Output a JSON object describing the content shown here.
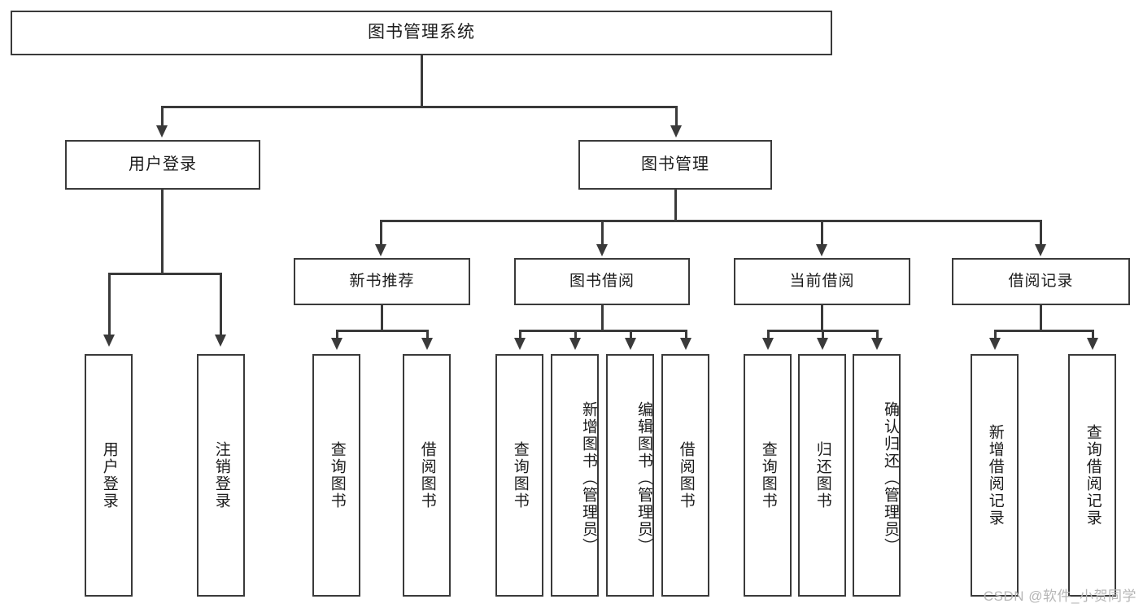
{
  "diagram": {
    "title": "图书管理系统",
    "type": "tree",
    "root": {
      "label": "图书管理系统"
    },
    "level1": [
      {
        "label": "用户登录"
      },
      {
        "label": "图书管理"
      }
    ],
    "level2": [
      {
        "label": "新书推荐"
      },
      {
        "label": "图书借阅"
      },
      {
        "label": "当前借阅"
      },
      {
        "label": "借阅记录"
      }
    ],
    "leaves": {
      "user_login": [
        {
          "label": "用户登录"
        },
        {
          "label": "注销登录"
        }
      ],
      "new_book_recommend": [
        {
          "label": "查询图书"
        },
        {
          "label": "借阅图书"
        }
      ],
      "book_borrow": [
        {
          "label": "查询图书"
        },
        {
          "label": "新增图书（管理员）"
        },
        {
          "label": "编辑图书（管理员）"
        },
        {
          "label": "借阅图书"
        }
      ],
      "current_borrow": [
        {
          "label": "查询图书"
        },
        {
          "label": "归还图书"
        },
        {
          "label": "确认归还（管理员）"
        }
      ],
      "borrow_record": [
        {
          "label": "新增借阅记录"
        },
        {
          "label": "查询借阅记录"
        }
      ]
    }
  },
  "watermark": {
    "text": "CSDN @软件_小贺同学"
  },
  "colors": {
    "stroke": "#3a3a3a",
    "background": "#ffffff",
    "text": "#1b1b1b",
    "watermark": "#b6b6b6"
  }
}
